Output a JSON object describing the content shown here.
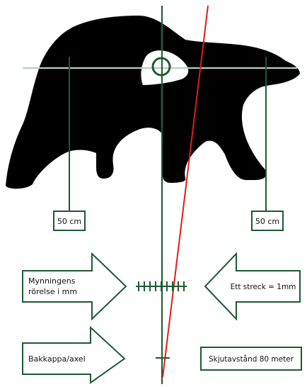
{
  "labels": {
    "left_distance": "50 cm",
    "right_distance": "50 cm",
    "muzzle_line1": "Mynningens",
    "muzzle_line2": "rörelse i mm",
    "tick_unit": "Ett streck = 1mm",
    "butt": "Bakkappa/axel",
    "shooting_distance": "Skjutavstånd 80 meter"
  },
  "colors": {
    "green": "#1d5a32",
    "red": "#e01b1b",
    "silhouette": "#000000",
    "crosshair": "#ffffff"
  },
  "icons": {
    "target": "bear-silhouette-icon",
    "reticle": "reticle-ring-icon",
    "arrows": "outline-arrow-icon"
  }
}
